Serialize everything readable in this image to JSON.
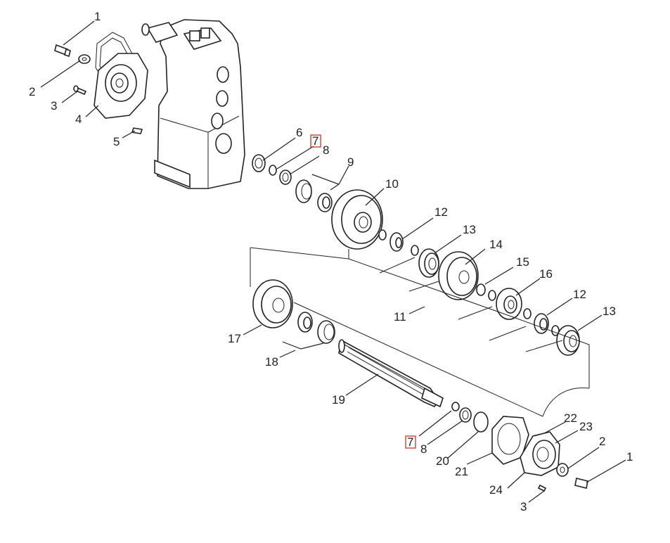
{
  "callouts": [
    {
      "id": "c1a",
      "text": "1"
    },
    {
      "id": "c2a",
      "text": "2"
    },
    {
      "id": "c3a",
      "text": "3"
    },
    {
      "id": "c4",
      "text": "4"
    },
    {
      "id": "c5",
      "text": "5"
    },
    {
      "id": "c6",
      "text": "6"
    },
    {
      "id": "c7a",
      "text": "7",
      "highlighted": true
    },
    {
      "id": "c8a",
      "text": "8"
    },
    {
      "id": "c9",
      "text": "9"
    },
    {
      "id": "c10",
      "text": "10"
    },
    {
      "id": "c11",
      "text": "11"
    },
    {
      "id": "c12a",
      "text": "12"
    },
    {
      "id": "c13a",
      "text": "13"
    },
    {
      "id": "c14",
      "text": "14"
    },
    {
      "id": "c15",
      "text": "15"
    },
    {
      "id": "c16",
      "text": "16"
    },
    {
      "id": "c12b",
      "text": "12"
    },
    {
      "id": "c13b",
      "text": "13"
    },
    {
      "id": "c17",
      "text": "17"
    },
    {
      "id": "c18",
      "text": "18"
    },
    {
      "id": "c19",
      "text": "19"
    },
    {
      "id": "c7b",
      "text": "7",
      "highlighted": true
    },
    {
      "id": "c8b",
      "text": "8"
    },
    {
      "id": "c20",
      "text": "20"
    },
    {
      "id": "c21",
      "text": "21"
    },
    {
      "id": "c22",
      "text": "22"
    },
    {
      "id": "c23",
      "text": "23"
    },
    {
      "id": "c2b",
      "text": "2"
    },
    {
      "id": "c1b",
      "text": "1"
    },
    {
      "id": "c24",
      "text": "24"
    },
    {
      "id": "c3b",
      "text": "3"
    }
  ],
  "colors": {
    "line": "#222222",
    "highlight": "#c0392b",
    "background": "#ffffff"
  }
}
